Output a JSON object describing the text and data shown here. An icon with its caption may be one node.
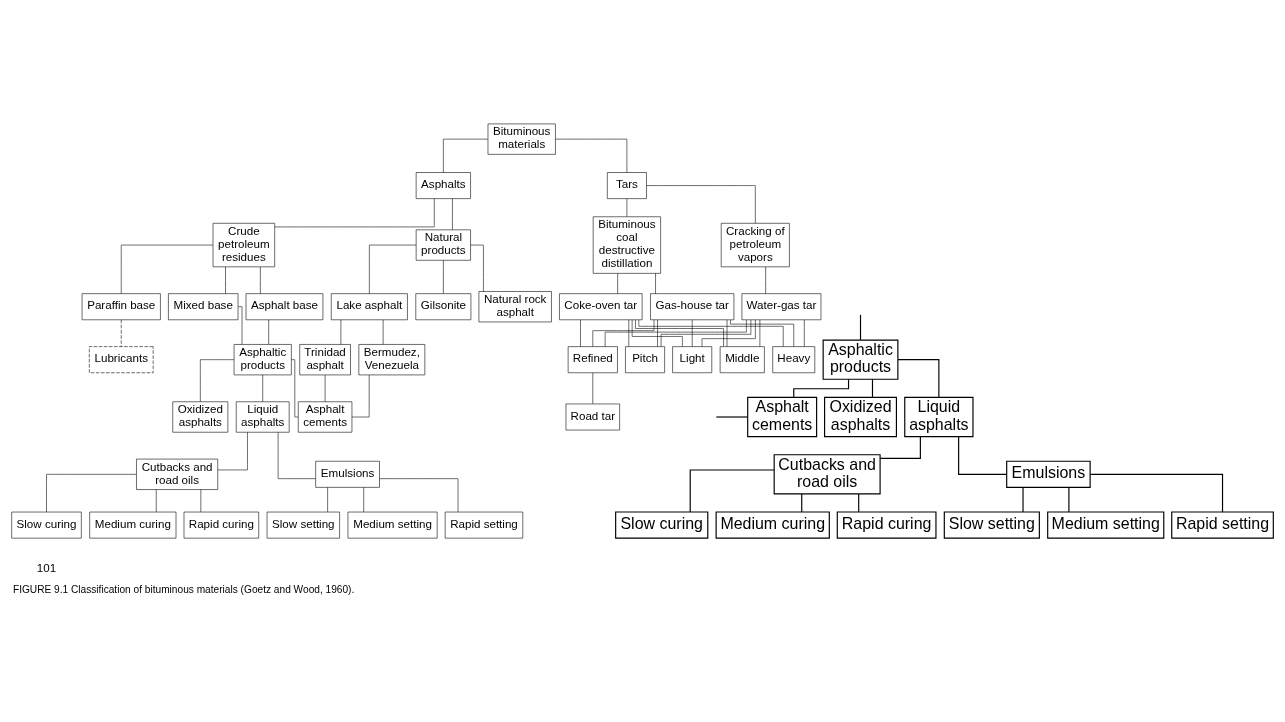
{
  "diagram": {
    "caption": "FIGURE 9.1 Classification of bituminous materials (Goetz and Wood, 1960).",
    "nodes": [
      {
        "text": [
          "Bituminous materials"
        ]
      },
      {
        "text": [
          "Asphalts"
        ]
      },
      {
        "text": [
          "Tars"
        ]
      },
      {
        "text": [
          "Natural products"
        ]
      },
      {
        "text": [
          "Crude petroleum residues"
        ]
      },
      {
        "text": [
          "Lake asphalt"
        ]
      },
      {
        "text": [
          "Gilsonite"
        ]
      },
      {
        "text": [
          "Natural rock asphalt"
        ]
      },
      {
        "text": [
          "Paraffin base"
        ]
      },
      {
        "text": [
          "Mixed base"
        ]
      },
      {
        "text": [
          "Asphalt base"
        ]
      },
      {
        "text": [
          "Lubricants"
        ]
      },
      {
        "text": [
          "Asphaltic products"
        ]
      },
      {
        "text": [
          "Trinidad asphalt"
        ]
      },
      {
        "text": [
          "Bermudez, Venezuela"
        ]
      },
      {
        "text": [
          "Asphalt cements"
        ]
      },
      {
        "text": [
          "Oxidized asphalts"
        ]
      },
      {
        "text": [
          "Liquid asphalts"
        ]
      },
      {
        "text": [
          "Cutbacks and road oils"
        ]
      },
      {
        "text": [
          "Emulsions"
        ]
      },
      {
        "text": [
          "Slow curing"
        ]
      },
      {
        "text": [
          "Medium curing"
        ]
      },
      {
        "text": [
          "Rapid curing"
        ]
      },
      {
        "text": [
          "Slow setting"
        ]
      },
      {
        "text": [
          "Medium setting"
        ]
      },
      {
        "text": [
          "Rapid setting"
        ]
      },
      {
        "text": [
          "Bituminous coal destructive distillation"
        ]
      },
      {
        "text": [
          "Cracking of petroleum vapors"
        ]
      },
      {
        "text": [
          "Gas-house tar"
        ]
      },
      {
        "text": [
          "Coke-oven tar"
        ]
      },
      {
        "text": [
          "Water-gas tar"
        ]
      },
      {
        "text": [
          "Light"
        ]
      },
      {
        "text": [
          "Middle"
        ]
      },
      {
        "text": [
          "Heavy"
        ]
      },
      {
        "text": [
          "Refined"
        ]
      },
      {
        "text": [
          "Pitch"
        ]
      },
      {
        "text": [
          "Road tar"
        ]
      },
      {
        "text": [
          "Asphaltic products"
        ]
      },
      {
        "text": [
          "Asphalt cements"
        ]
      },
      {
        "text": [
          "Oxidized asphalts"
        ]
      },
      {
        "text": [
          "Liquid asphalts"
        ]
      },
      {
        "text": [
          "Cutbacks and road oils"
        ]
      },
      {
        "text": [
          "Emulsions"
        ]
      },
      {
        "text": [
          "Slow curing"
        ]
      },
      {
        "text": [
          "Medium curing"
        ]
      },
      {
        "text": [
          "Rapid curing"
        ]
      },
      {
        "text": [
          "Slow setting"
        ]
      },
      {
        "text": [
          "Medium setting"
        ]
      },
      {
        "text": [
          "Rapid setting"
        ]
      }
    ],
    "edges": [
      {
        "from": 0,
        "to": 1,
        "arrow": "none"
      },
      {
        "from": 0,
        "to": 2,
        "arrow": "none"
      },
      {
        "from": 1,
        "to": 3,
        "arrow": "none"
      },
      {
        "from": 1,
        "to": 4,
        "arrow": "none"
      },
      {
        "from": 3,
        "to": 5,
        "arrow": "none"
      },
      {
        "from": 3,
        "to": 6,
        "arrow": "none"
      },
      {
        "from": 3,
        "to": 7,
        "arrow": "none"
      },
      {
        "from": 4,
        "to": 8,
        "arrow": "none"
      },
      {
        "from": 4,
        "to": 9,
        "arrow": "none"
      },
      {
        "from": 4,
        "to": 10,
        "arrow": "none"
      },
      {
        "from": 8,
        "to": 11,
        "arrow": "none",
        "style": "dashed"
      },
      {
        "from": 9,
        "to": 12,
        "arrow": "none"
      },
      {
        "from": 10,
        "to": 12,
        "arrow": "none"
      },
      {
        "from": 5,
        "to": 13,
        "arrow": "none"
      },
      {
        "from": 5,
        "to": 14,
        "arrow": "none"
      },
      {
        "from": 13,
        "to": 15,
        "arrow": "none"
      },
      {
        "from": 14,
        "to": 15,
        "arrow": "none"
      },
      {
        "from": 12,
        "to": 15,
        "arrow": "none"
      },
      {
        "from": 12,
        "to": 16,
        "arrow": "none"
      },
      {
        "from": 12,
        "to": 17,
        "arrow": "none"
      },
      {
        "from": 17,
        "to": 18,
        "arrow": "none"
      },
      {
        "from": 17,
        "to": 19,
        "arrow": "none"
      },
      {
        "from": 18,
        "to": 20,
        "arrow": "none"
      },
      {
        "from": 18,
        "to": 21,
        "arrow": "none"
      },
      {
        "from": 18,
        "to": 22,
        "arrow": "none"
      },
      {
        "from": 19,
        "to": 23,
        "arrow": "none"
      },
      {
        "from": 19,
        "to": 24,
        "arrow": "none"
      },
      {
        "from": 19,
        "to": 25,
        "arrow": "none"
      },
      {
        "from": 2,
        "to": 26,
        "arrow": "none"
      },
      {
        "from": 2,
        "to": 27,
        "arrow": "none"
      },
      {
        "from": 26,
        "to": 28,
        "arrow": "none"
      },
      {
        "from": 26,
        "to": 29,
        "arrow": "none"
      },
      {
        "from": 27,
        "to": 30,
        "arrow": "none"
      },
      {
        "from": 28,
        "to": 31,
        "arrow": "none"
      },
      {
        "from": 28,
        "to": 32,
        "arrow": "none"
      },
      {
        "from": 28,
        "to": 33,
        "arrow": "none"
      },
      {
        "from": 28,
        "to": 34,
        "arrow": "none"
      },
      {
        "from": 28,
        "to": 35,
        "arrow": "none"
      },
      {
        "from": 29,
        "to": 31,
        "arrow": "none"
      },
      {
        "from": 29,
        "to": 32,
        "arrow": "none"
      },
      {
        "from": 29,
        "to": 33,
        "arrow": "none"
      },
      {
        "from": 29,
        "to": 34,
        "arrow": "none"
      },
      {
        "from": 29,
        "to": 35,
        "arrow": "none"
      },
      {
        "from": 30,
        "to": 31,
        "arrow": "none"
      },
      {
        "from": 30,
        "to": 32,
        "arrow": "none"
      },
      {
        "from": 30,
        "to": 33,
        "arrow": "none"
      },
      {
        "from": 30,
        "to": 34,
        "arrow": "none"
      },
      {
        "from": 30,
        "to": 35,
        "arrow": "none"
      },
      {
        "from": 34,
        "to": 36,
        "arrow": "none"
      },
      {
        "from": null,
        "to": 37,
        "arrow": "none"
      },
      {
        "from": 37,
        "to": 38,
        "arrow": "none"
      },
      {
        "from": 37,
        "to": 39,
        "arrow": "none"
      },
      {
        "from": 37,
        "to": 40,
        "arrow": "none"
      },
      {
        "from": null,
        "to": 38,
        "arrow": "none"
      },
      {
        "from": 40,
        "to": 41,
        "arrow": "none"
      },
      {
        "from": 40,
        "to": 42,
        "arrow": "none"
      },
      {
        "from": 41,
        "to": 43,
        "arrow": "none"
      },
      {
        "from": 41,
        "to": 44,
        "arrow": "none"
      },
      {
        "from": 41,
        "to": 45,
        "arrow": "none"
      },
      {
        "from": 42,
        "to": 46,
        "arrow": "none"
      },
      {
        "from": 42,
        "to": 47,
        "arrow": "none"
      },
      {
        "from": 42,
        "to": 48,
        "arrow": "none"
      }
    ],
    "labels": [
      "101"
    ]
  }
}
